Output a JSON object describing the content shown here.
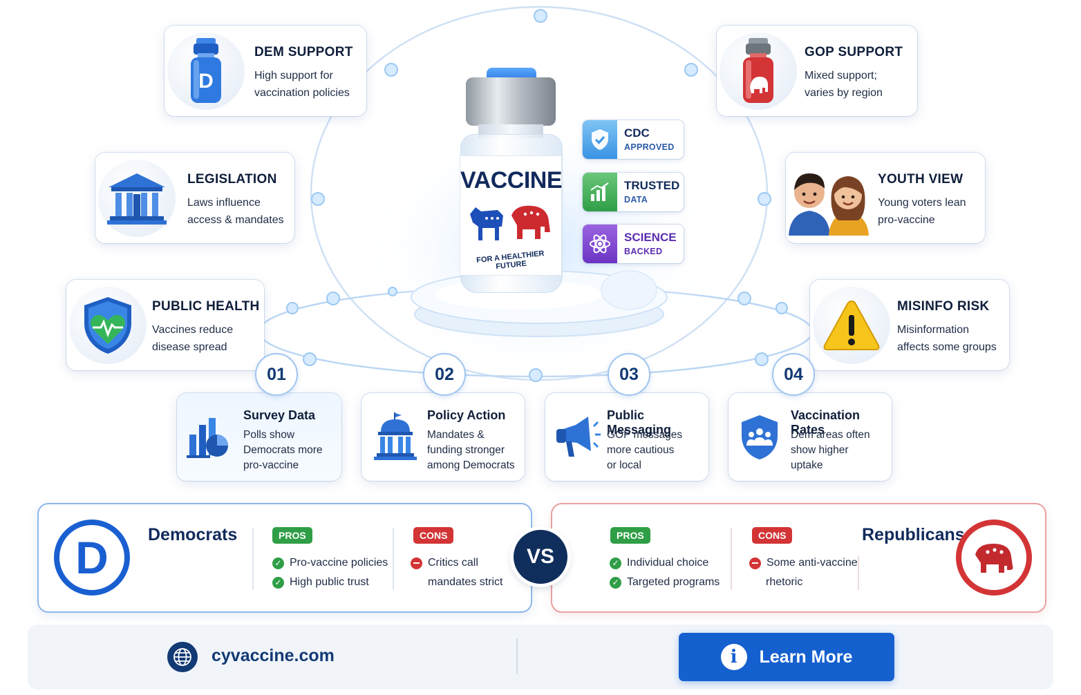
{
  "cards": {
    "dem_support": {
      "title": "DEM SUPPORT",
      "line1": "High support for",
      "line2": "vaccination policies"
    },
    "gop_support": {
      "title": "GOP SUPPORT",
      "line1": "Mixed support;",
      "line2": "varies by region"
    },
    "legislation": {
      "title": "LEGISLATION",
      "line1": "Laws influence",
      "line2": "access & mandates"
    },
    "youth_view": {
      "title": "YOUTH VIEW",
      "line1": "Young voters lean",
      "line2": "pro-vaccine"
    },
    "public_health": {
      "title": "PUBLIC HEALTH",
      "line1": "Vaccines reduce",
      "line2": "disease spread"
    },
    "misinfo_risk": {
      "title": "MISINFO RISK",
      "line1": "Misinformation",
      "line2": "affects some groups"
    }
  },
  "vial": {
    "dem_letter": "D",
    "label": "VACCINE",
    "tagline": "FOR A HEALTHIER FUTURE"
  },
  "tags": [
    {
      "t1": "CDC",
      "t2": "APPROVED"
    },
    {
      "t1": "TRUSTED",
      "t2": "DATA"
    },
    {
      "t1": "SCIENCE",
      "t2": "BACKED"
    }
  ],
  "steps": [
    {
      "num": "01",
      "title": "Survey Data",
      "lines": [
        "Polls show",
        "Democrats more",
        "pro-vaccine"
      ]
    },
    {
      "num": "02",
      "title": "Policy Action",
      "lines": [
        "Mandates &",
        "funding stronger",
        "among Democrats"
      ]
    },
    {
      "num": "03",
      "title": "Public Messaging",
      "lines": [
        "GOP messages",
        "more cautious",
        "or local"
      ]
    },
    {
      "num": "04",
      "title": "Vaccination Rates",
      "lines": [
        "Dem areas often",
        "show higher",
        "uptake"
      ]
    }
  ],
  "comparison": {
    "dem": {
      "name": "Democrats",
      "logo_letter": "D",
      "pros_label": "PROS",
      "pros": [
        "Pro-vaccine policies",
        "High public trust"
      ],
      "cons_label": "CONS",
      "cons": [
        "Critics call",
        "mandates strict"
      ]
    },
    "vs": "VS",
    "gop": {
      "name": "Republicans",
      "pros_label": "PROS",
      "pros": [
        "Individual choice",
        "Targeted programs"
      ],
      "cons_label": "CONS",
      "cons": [
        "Some anti-vaccine",
        "rhetoric"
      ]
    }
  },
  "footer": {
    "website": "cyvaccine.com",
    "button_label": "Learn More"
  },
  "colors": {
    "dem_blue": "#1a5fd1",
    "gop_red": "#d33436",
    "navy": "#102e5c",
    "pros_green": "#2f9e46",
    "button_blue": "#1560cf"
  }
}
